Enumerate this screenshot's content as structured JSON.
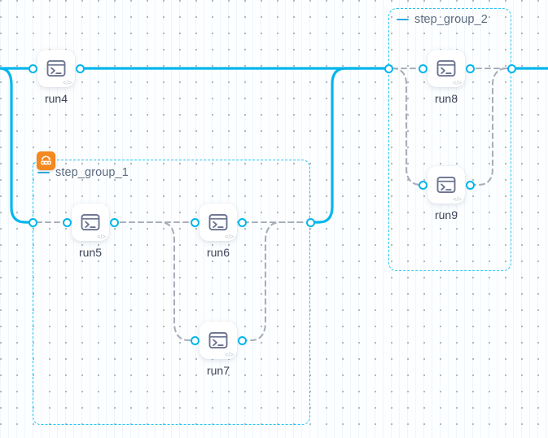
{
  "canvas": {
    "accent_cyan": "#00b6ec",
    "group_border": "#22c5f0",
    "edge_dashed": "#a8aebb",
    "badge_orange": "#f5881f",
    "label_color": "#3c4257"
  },
  "groups": [
    {
      "id": "step_group_1",
      "title": "step_group_1",
      "collapse_icon": "minus-icon",
      "badge_icon": "loop-iteration-icon",
      "has_badge": true
    },
    {
      "id": "step_group_2",
      "title": "step_group_2",
      "collapse_icon": "minus-icon",
      "has_badge": false
    }
  ],
  "nodes": [
    {
      "id": "run4",
      "label": "run4",
      "icon": "terminal-icon",
      "code_glyph": "</>"
    },
    {
      "id": "run5",
      "label": "run5",
      "icon": "terminal-icon",
      "code_glyph": "</>"
    },
    {
      "id": "run6",
      "label": "run6",
      "icon": "terminal-icon",
      "code_glyph": "</>"
    },
    {
      "id": "run7",
      "label": "run7",
      "icon": "terminal-icon",
      "code_glyph": "</>"
    },
    {
      "id": "run8",
      "label": "run8",
      "icon": "terminal-icon",
      "code_glyph": "</>"
    },
    {
      "id": "run9",
      "label": "run9",
      "icon": "terminal-icon",
      "code_glyph": "</>"
    }
  ],
  "graph": {
    "type": "workflow-dag",
    "main_flow": [
      "run4",
      "step_group_1",
      "step_group_2"
    ],
    "group_1_members": [
      "run5",
      "run6",
      "run7"
    ],
    "group_2_members": [
      "run8",
      "run9"
    ]
  }
}
